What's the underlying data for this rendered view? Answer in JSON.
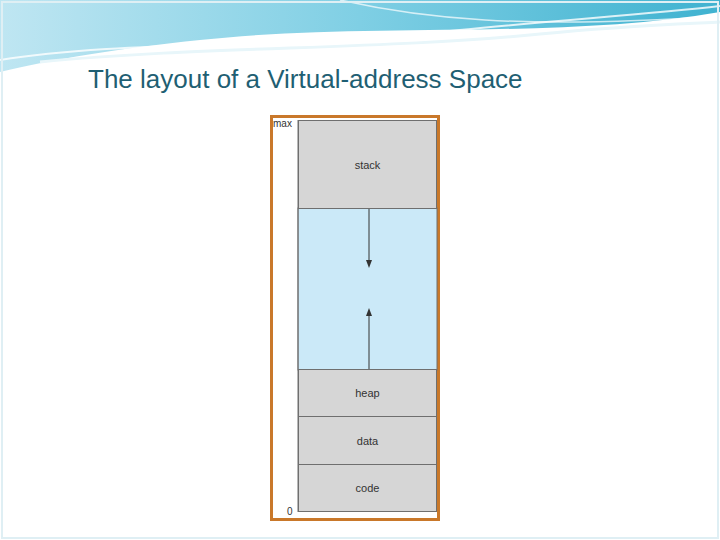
{
  "diagram": {
    "title": "The layout of a Virtual-address Space",
    "nodes": [
      {
        "text": [
          "stack"
        ]
      },
      {
        "text": [
          "heap"
        ]
      },
      {
        "text": [
          "data"
        ]
      },
      {
        "text": [
          "code"
        ]
      }
    ],
    "labels": [
      "max",
      "0"
    ]
  }
}
